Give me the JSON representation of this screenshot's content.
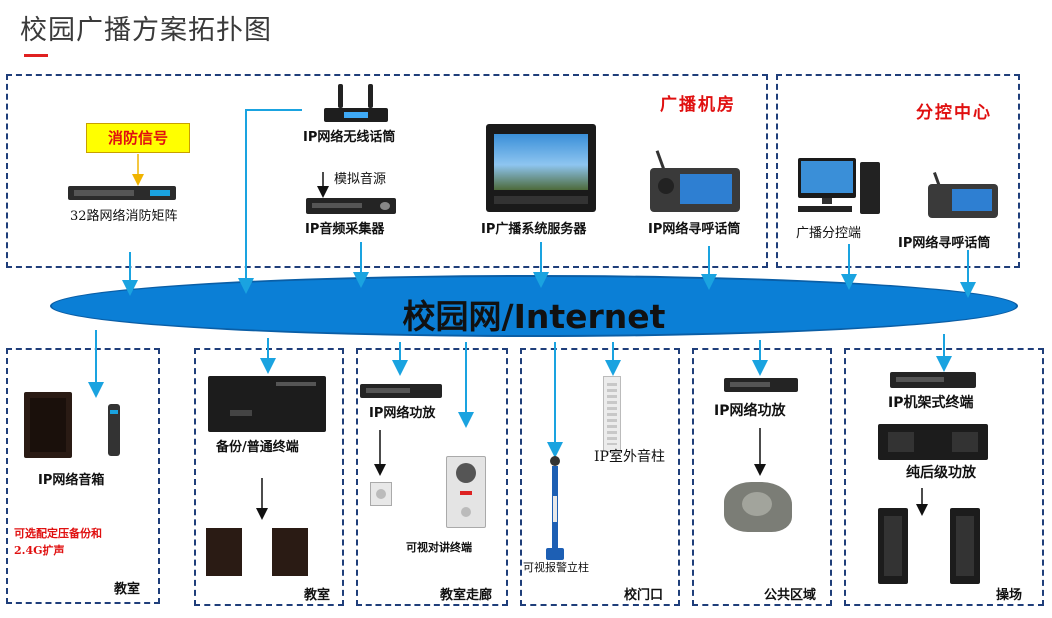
{
  "title": "校园广播方案拓扑图",
  "network": "校园网/Internet",
  "zones": {
    "control_room": "广播机房",
    "sub_control": "分控中心",
    "classroom1": "教室",
    "classroom2": "教室",
    "corridor": "教室走廊",
    "gate": "校门口",
    "public_area": "公共区域",
    "playground": "操场"
  },
  "devices": {
    "fire_signal": "消防信号",
    "fire_matrix": "32路网络消防矩阵",
    "wireless_mic": "IP网络无线话筒",
    "analog_source": "模拟音源",
    "audio_collector": "IP音频采集器",
    "server": "IP广播系统服务器",
    "paging_mic": "IP网络寻呼话筒",
    "sub_terminal": "广播分控端",
    "sub_paging_mic": "IP网络寻呼话筒",
    "ip_speaker": "IP网络音箱",
    "ip_speaker_note": "可选配定压备份和\n2.4G扩声",
    "backup_terminal": "备份/普通终端",
    "corridor_amp": "IP网络功放",
    "intercom": "可视对讲终端",
    "outdoor_column": "IP室外音柱",
    "alarm_pole": "可视报警立柱",
    "public_amp": "IP网络功放",
    "rack_terminal": "IP机架式终端",
    "power_amp": "纯后级功放"
  },
  "colors": {
    "border": "#1f3e7a",
    "arrow": "#1aa3e0",
    "network": "#0b7fd6",
    "accent": "#e01010"
  }
}
